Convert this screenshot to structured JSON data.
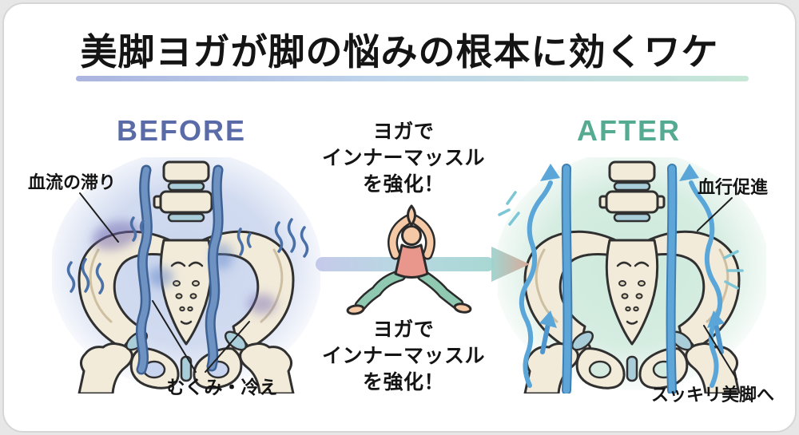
{
  "title": "美脚ヨガが脚の悩みの根本に効くワケ",
  "before": {
    "label": "BEFORE",
    "annotation_blood": "血流の滞り",
    "annotation_swelling": "むくみ・冷え"
  },
  "after": {
    "label": "AFTER",
    "annotation_circulation": "血行促進",
    "annotation_legs": "スッキリ美脚へ"
  },
  "center": {
    "top_text": "ヨガで\nインナーマッスル\nを強化！",
    "bottom_text": "ヨガで\nインナーマッスル\nを強化！"
  },
  "icons": {
    "yoga_pose": "yoga-warrior-pose-figure",
    "transform_arrow": "left-to-right-gradient-arrow",
    "before_illustration": "pelvis-with-stagnant-blood-flow",
    "after_illustration": "pelvis-with-promoted-blood-flow"
  },
  "colors": {
    "before_label": "#5A6CA8",
    "after_label": "#55AB91",
    "before_tint": "#C6D2EC",
    "after_tint": "#CBE8DA",
    "vessel_before": "#6E92C2",
    "vessel_after": "#5EA6D8",
    "bone": "#F2EBDA",
    "title_underline_left": "#8F9CD4",
    "title_underline_right": "#B3DEC8"
  }
}
